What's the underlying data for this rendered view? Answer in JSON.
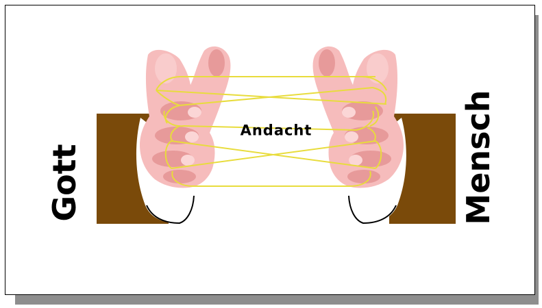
{
  "left_label": "Gott",
  "right_label": "Mensch",
  "center_label": "Andacht",
  "colors": {
    "sleeve": "#7a4a0a",
    "hand": "#f6bcbc",
    "hand_shade": "#e79a9a",
    "string": "#e8dc3c",
    "frame_shadow": "#8e8e8e",
    "text": "#000000"
  },
  "icons": {
    "left": "left-hand-icon",
    "right": "right-hand-icon",
    "thread": "cats-cradle-string-icon"
  }
}
